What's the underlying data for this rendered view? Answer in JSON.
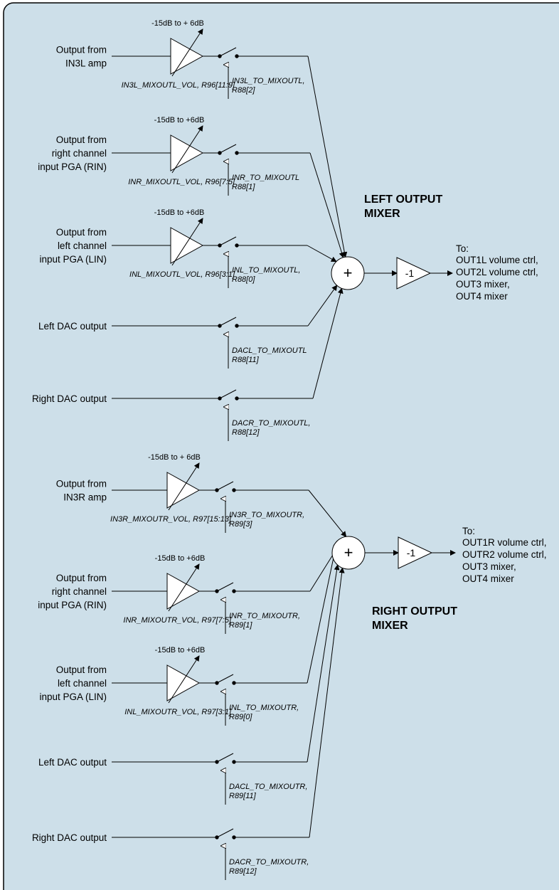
{
  "panel": {
    "background": "#cddfe9",
    "border": "#000000"
  },
  "left_mixer": {
    "title_line1": "LEFT OUTPUT",
    "title_line2": "MIXER",
    "sum_symbol": "+",
    "invert_label": "-1",
    "to_label": "To:",
    "destinations": [
      "OUT1L volume ctrl,",
      "OUT2L volume ctrl,",
      "OUT3 mixer,",
      "OUT4 mixer"
    ],
    "inputs": [
      {
        "name": "in3l",
        "source_lines": [
          "Output from",
          "IN3L amp"
        ],
        "has_gain": true,
        "gain_range": "-15dB to + 6dB",
        "gain_register": "IN3L_MIXOUTL_VOL, R96[11:9]",
        "switch_register_lines": [
          "IN3L_TO_MIXOUTL,",
          "R88[2]"
        ]
      },
      {
        "name": "inr",
        "source_lines": [
          "Output from",
          "right channel",
          "input PGA (RIN)"
        ],
        "has_gain": true,
        "gain_range": "-15dB to +6dB",
        "gain_register": "INR_MIXOUTL_VOL, R96[7:5]",
        "switch_register_lines": [
          "INR_TO_MIXOUTL",
          "R88[1]"
        ]
      },
      {
        "name": "inl",
        "source_lines": [
          "Output from",
          "left channel",
          "input PGA (LIN)"
        ],
        "has_gain": true,
        "gain_range": "-15dB to +6dB",
        "gain_register": "INL_MIXOUTL_VOL, R96[3:1]",
        "switch_register_lines": [
          "INL_TO_MIXOUTL,",
          "R88[0]"
        ]
      },
      {
        "name": "dacl",
        "source_lines": [
          "Left DAC output"
        ],
        "has_gain": false,
        "switch_register_lines": [
          "DACL_TO_MIXOUTL",
          "R88[11]"
        ]
      },
      {
        "name": "dacr",
        "source_lines": [
          "Right DAC output"
        ],
        "has_gain": false,
        "switch_register_lines": [
          "DACR_TO_MIXOUTL,",
          "R88[12]"
        ]
      }
    ]
  },
  "right_mixer": {
    "title_line1": "RIGHT OUTPUT",
    "title_line2": "MIXER",
    "sum_symbol": "+",
    "invert_label": "-1",
    "to_label": "To:",
    "destinations": [
      "OUT1R volume ctrl,",
      "OUTR2 volume ctrl,",
      "OUT3 mixer,",
      "OUT4 mixer"
    ],
    "inputs": [
      {
        "name": "in3r",
        "source_lines": [
          "Output from",
          "IN3R amp"
        ],
        "has_gain": true,
        "gain_range": "-15dB to + 6dB",
        "gain_register": "IN3R_MIXOUTR_VOL, R97[15:13]",
        "switch_register_lines": [
          "IN3R_TO_MIXOUTR,",
          "R89[3]"
        ]
      },
      {
        "name": "inr",
        "source_lines": [
          "Output from",
          "right channel",
          "input PGA (RIN)"
        ],
        "has_gain": true,
        "gain_range": "-15dB to +6dB",
        "gain_register": "INR_MIXOUTR_VOL, R97[7:5]",
        "switch_register_lines": [
          "INR_TO_MIXOUTR,",
          "R89[1]"
        ]
      },
      {
        "name": "inl",
        "source_lines": [
          "Output from",
          "left channel",
          "input PGA (LIN)"
        ],
        "has_gain": true,
        "gain_range": "-15dB to +6dB",
        "gain_register": "INL_MIXOUTR_VOL, R97[3:1]",
        "switch_register_lines": [
          "INL_TO_MIXOUTR,",
          "R89[0]"
        ]
      },
      {
        "name": "dacl",
        "source_lines": [
          "Left DAC output"
        ],
        "has_gain": false,
        "switch_register_lines": [
          "DACL_TO_MIXOUTR,",
          "R89[11]"
        ]
      },
      {
        "name": "dacr",
        "source_lines": [
          "Right DAC output"
        ],
        "has_gain": false,
        "switch_register_lines": [
          "DACR_TO_MIXOUTR,",
          "R89[12]"
        ]
      }
    ]
  }
}
